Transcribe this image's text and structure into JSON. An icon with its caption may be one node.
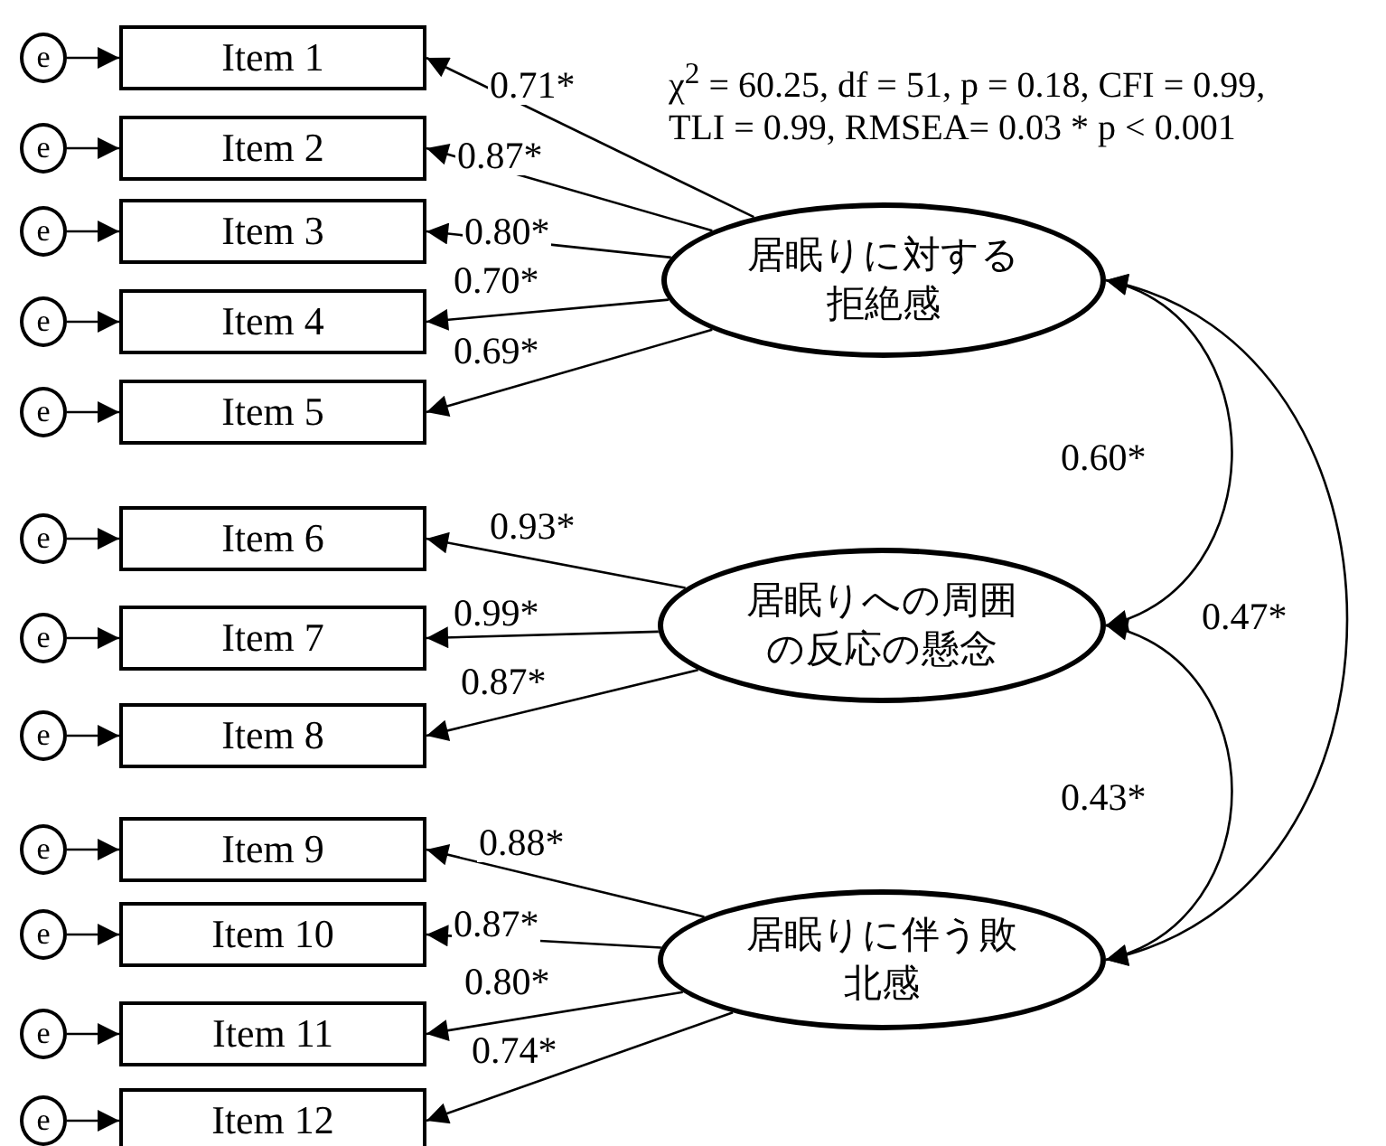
{
  "diagram": {
    "nodes": [
      {
        "text": [
          "e"
        ]
      },
      {
        "text": [
          "Item 1"
        ]
      },
      {
        "text": [
          "e"
        ]
      },
      {
        "text": [
          "Item 2"
        ]
      },
      {
        "text": [
          "e"
        ]
      },
      {
        "text": [
          "Item 3"
        ]
      },
      {
        "text": [
          "e"
        ]
      },
      {
        "text": [
          "Item 4"
        ]
      },
      {
        "text": [
          "e"
        ]
      },
      {
        "text": [
          "Item 5"
        ]
      },
      {
        "text": [
          "e"
        ]
      },
      {
        "text": [
          "Item 6"
        ]
      },
      {
        "text": [
          "e"
        ]
      },
      {
        "text": [
          "Item 7"
        ]
      },
      {
        "text": [
          "e"
        ]
      },
      {
        "text": [
          "Item 8"
        ]
      },
      {
        "text": [
          "e"
        ]
      },
      {
        "text": [
          "Item 9"
        ]
      },
      {
        "text": [
          "e"
        ]
      },
      {
        "text": [
          "Item 10"
        ]
      },
      {
        "text": [
          "e"
        ]
      },
      {
        "text": [
          "Item 11"
        ]
      },
      {
        "text": [
          "e"
        ]
      },
      {
        "text": [
          "Item 12"
        ]
      },
      {
        "text": [
          "居眠りに対する拒絶感"
        ]
      },
      {
        "text": [
          "居眠りへの周囲の反応の懸念"
        ]
      },
      {
        "text": [
          "居眠りに伴う敗北感"
        ]
      }
    ],
    "edges": [
      {
        "from": 0,
        "to": 1,
        "arrow": "to"
      },
      {
        "from": 2,
        "to": 3,
        "arrow": "to"
      },
      {
        "from": 4,
        "to": 5,
        "arrow": "to"
      },
      {
        "from": 6,
        "to": 7,
        "arrow": "to"
      },
      {
        "from": 8,
        "to": 9,
        "arrow": "to"
      },
      {
        "from": 10,
        "to": 11,
        "arrow": "to"
      },
      {
        "from": 12,
        "to": 13,
        "arrow": "to"
      },
      {
        "from": 14,
        "to": 15,
        "arrow": "to"
      },
      {
        "from": 16,
        "to": 17,
        "arrow": "to"
      },
      {
        "from": 18,
        "to": 19,
        "arrow": "to"
      },
      {
        "from": 20,
        "to": 21,
        "arrow": "to"
      },
      {
        "from": 22,
        "to": 23,
        "arrow": "to"
      },
      {
        "from": 24,
        "to": 1,
        "arrow": "to",
        "label": "0.71*"
      },
      {
        "from": 24,
        "to": 3,
        "arrow": "to",
        "label": "0.87*"
      },
      {
        "from": 24,
        "to": 5,
        "arrow": "to",
        "label": "0.80*"
      },
      {
        "from": 24,
        "to": 7,
        "arrow": "to",
        "label": "0.70*"
      },
      {
        "from": 24,
        "to": 9,
        "arrow": "to",
        "label": "0.69*"
      },
      {
        "from": 25,
        "to": 11,
        "arrow": "to",
        "label": "0.93*"
      },
      {
        "from": 25,
        "to": 13,
        "arrow": "to",
        "label": "0.99*"
      },
      {
        "from": 25,
        "to": 15,
        "arrow": "to",
        "label": "0.87*"
      },
      {
        "from": 26,
        "to": 17,
        "arrow": "to",
        "label": "0.88*"
      },
      {
        "from": 26,
        "to": 19,
        "arrow": "to",
        "label": "0.87*"
      },
      {
        "from": 26,
        "to": 21,
        "arrow": "to",
        "label": "0.80*"
      },
      {
        "from": 26,
        "to": 23,
        "arrow": "to",
        "label": "0.74*"
      },
      {
        "from": 24,
        "to": 25,
        "arrow": "both",
        "label": "0.60*"
      },
      {
        "from": 25,
        "to": 26,
        "arrow": "both",
        "label": "0.43*"
      },
      {
        "from": 24,
        "to": 26,
        "arrow": "both",
        "label": "0.47*"
      }
    ],
    "labels": [
      "χ$^{2}$ = 60.25, df = 51, p = 0.18, CFI = 0.99,",
      "TLI = 0.99, RMSEA= 0.03 * p < 0.001"
    ]
  }
}
